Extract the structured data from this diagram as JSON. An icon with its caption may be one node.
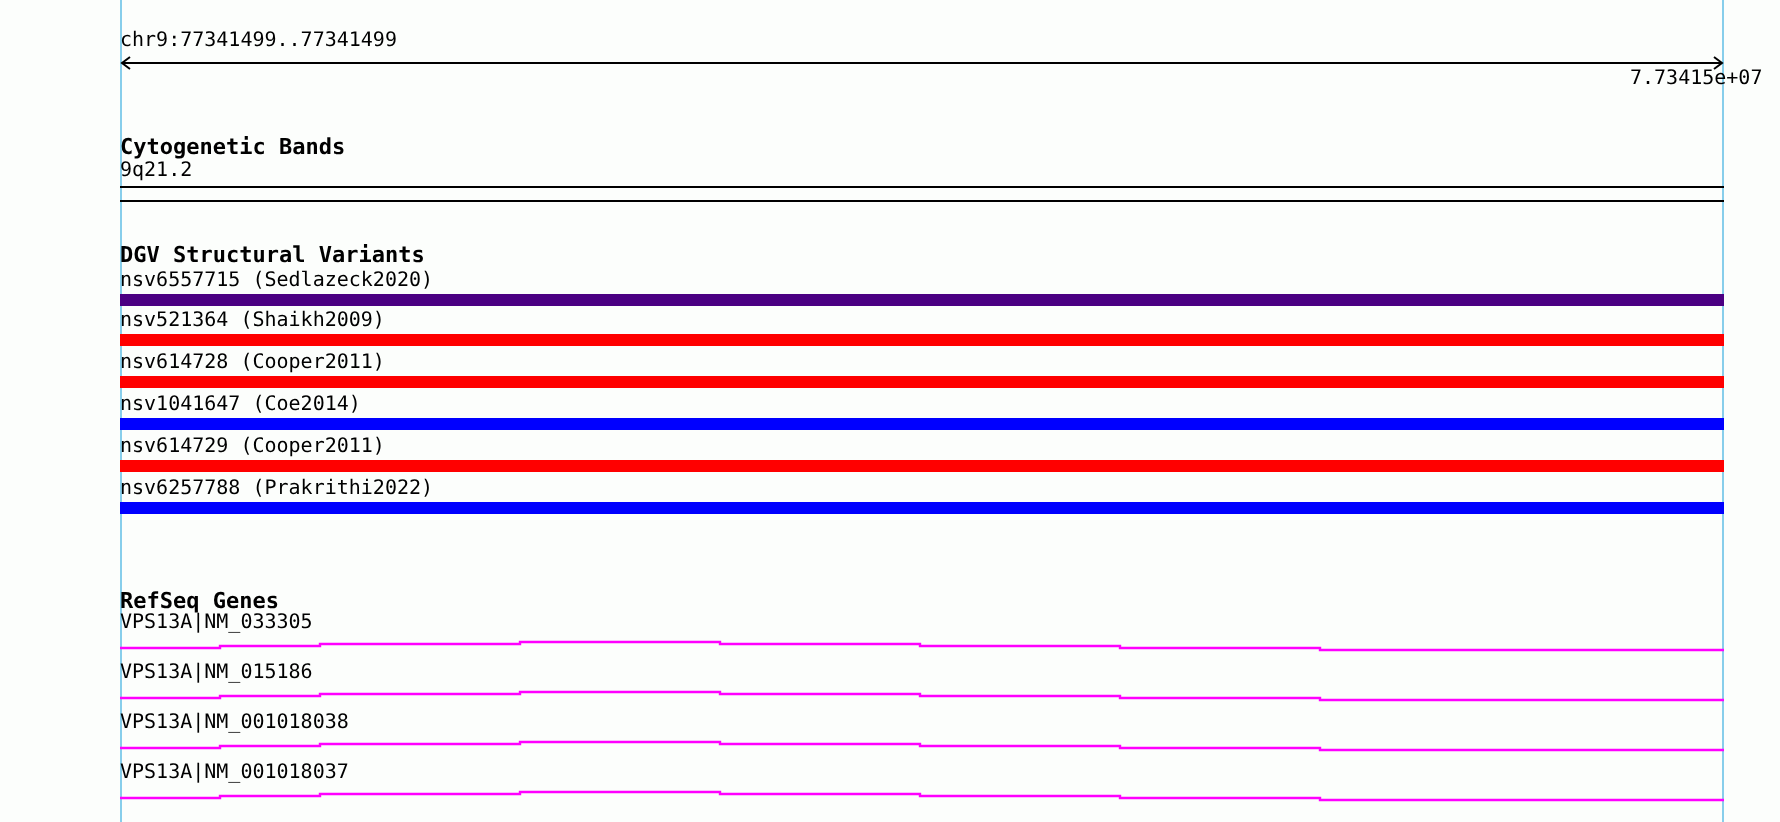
{
  "diagram": {
    "labels": [
      "chr9:77341499..77341499",
      "7.73415e+07",
      "Cytogenetic Bands",
      "9q21.2",
      "DGV Structural Variants",
      "nsv6557715 (Sedlazeck2020)",
      "nsv521364 (Shaikh2009)",
      "nsv614728 (Cooper2011)",
      "nsv1041647 (Coe2014)",
      "nsv614729 (Cooper2011)",
      "nsv6257788 (Prakrithi2022)",
      "RefSeq Genes",
      "VPS13A|NM_033305",
      "VPS13A|NM_015186",
      "VPS13A|NM_001018038",
      "VPS13A|NM_001018037"
    ]
  }
}
